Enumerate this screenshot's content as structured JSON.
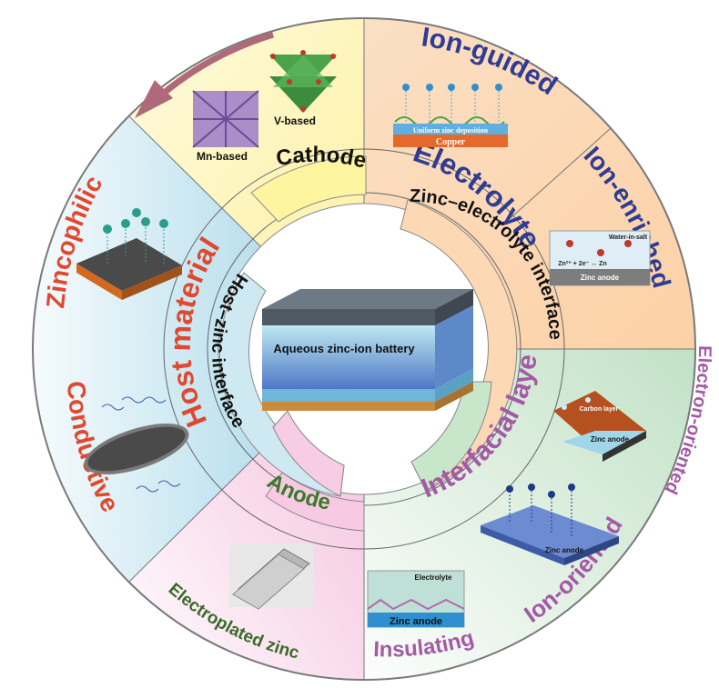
{
  "center": {
    "label": "Aqueous zinc-ion battery"
  },
  "rings": {
    "electrolyte": "Electrolyte",
    "host_material": "Host material",
    "interfacial_layers": "Interfacial layers",
    "cathode": "Cathode",
    "anode": "Anode",
    "zinc_electrolyte_interface": "Zinc–electrolyte interface",
    "host_zinc_interface": "Host–zinc interface"
  },
  "outer": {
    "ion_guided": "Ion-guided",
    "ion_enriched": "Ion-enriched",
    "electron_oriented": "Electron-oriented",
    "ion_oriented": "Ion-oriented",
    "insulating": "Insulating",
    "electroplated_zinc": "Electroplated zinc",
    "conductive": "Conductive",
    "zincophilic": "Zincophilic"
  },
  "insets": {
    "mn_based": "Mn-based",
    "v_based": "V-based",
    "uniform_deposition": "Uniform zinc deposition",
    "copper": "Copper",
    "water_in_salt": "Water-in-salt",
    "reaction": "Zn²⁺ + 2e⁻ ↔ Zn",
    "zinc_anode": "Zinc anode",
    "carbon_layer": "Carbon layer",
    "electrolyte": "Electrolyte"
  },
  "colors": {
    "electrolyte_text": "#2f3c93",
    "host_text": "#e0482f",
    "interfacial_text": "#a45aa6",
    "anode_text": "#3a7a2a",
    "cathode_sector": "#fdf6c0",
    "electrolyte_sector": "#fbd9b6",
    "host_sector": "#bfe2ef",
    "interfacial_sector": "#d3ead0",
    "anode_sector": "#f4cde4",
    "arrow": "#b0697a"
  }
}
